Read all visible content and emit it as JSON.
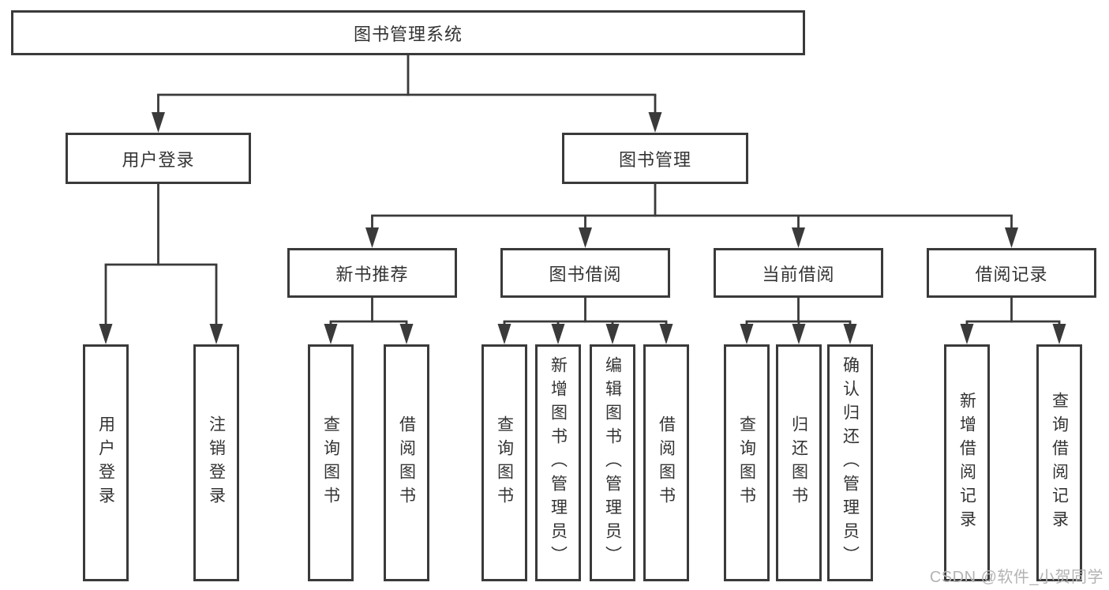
{
  "diagram": {
    "watermark": "CSDN @软件_小贺同学",
    "colors": {
      "line": "#3a3a3a",
      "border": "#3a3a3a",
      "text": "#333333",
      "background": "#ffffff",
      "watermark": "#b3b3b3"
    }
  },
  "nodes": {
    "root": "图书管理系统",
    "level2": [
      "用户登录",
      "图书管理"
    ],
    "level3": [
      "新书推荐",
      "图书借阅",
      "当前借阅",
      "借阅记录"
    ],
    "leaves": {
      "user_login": [
        "用户登录",
        "注销登录"
      ],
      "new_book_recommend": [
        "查询图书",
        "借阅图书"
      ],
      "book_borrow": [
        "查询图书",
        "新增图书（管理员）",
        "编辑图书（管理员）",
        "借阅图书"
      ],
      "current_borrow": [
        "查询图书",
        "归还图书",
        "确认归还（管理员）"
      ],
      "borrow_record": [
        "新增借阅记录",
        "查询借阅记录"
      ]
    }
  }
}
